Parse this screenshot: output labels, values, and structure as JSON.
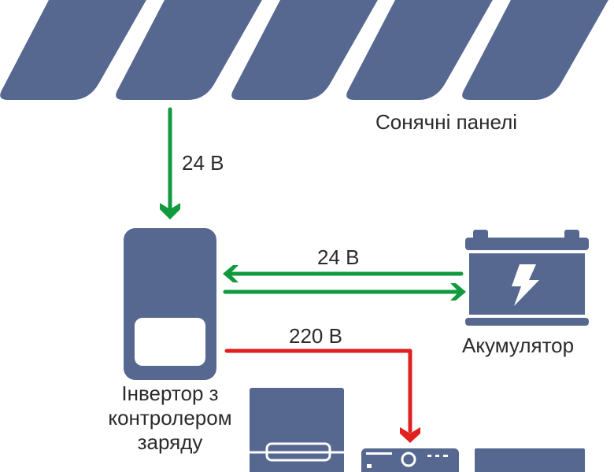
{
  "colors": {
    "device": "#566890",
    "dc_line": "#0f9a3e",
    "ac_line": "#e0201f",
    "text": "#2b2b2b"
  },
  "solar_panels": {
    "label": "Сонячні панелі",
    "count": 5
  },
  "panel_to_inverter": {
    "voltage": "24 В"
  },
  "inverter": {
    "label_lines": [
      "Інвертор з",
      "контролером",
      "заряду"
    ]
  },
  "battery_link": {
    "voltage": "24 В"
  },
  "battery": {
    "label": "Акумулятор",
    "icon": "lightning-bolt-icon"
  },
  "ac_output": {
    "voltage": "220 В"
  },
  "appliances": [
    "fridge-icon",
    "media-device-icon",
    "appliance-icon"
  ]
}
